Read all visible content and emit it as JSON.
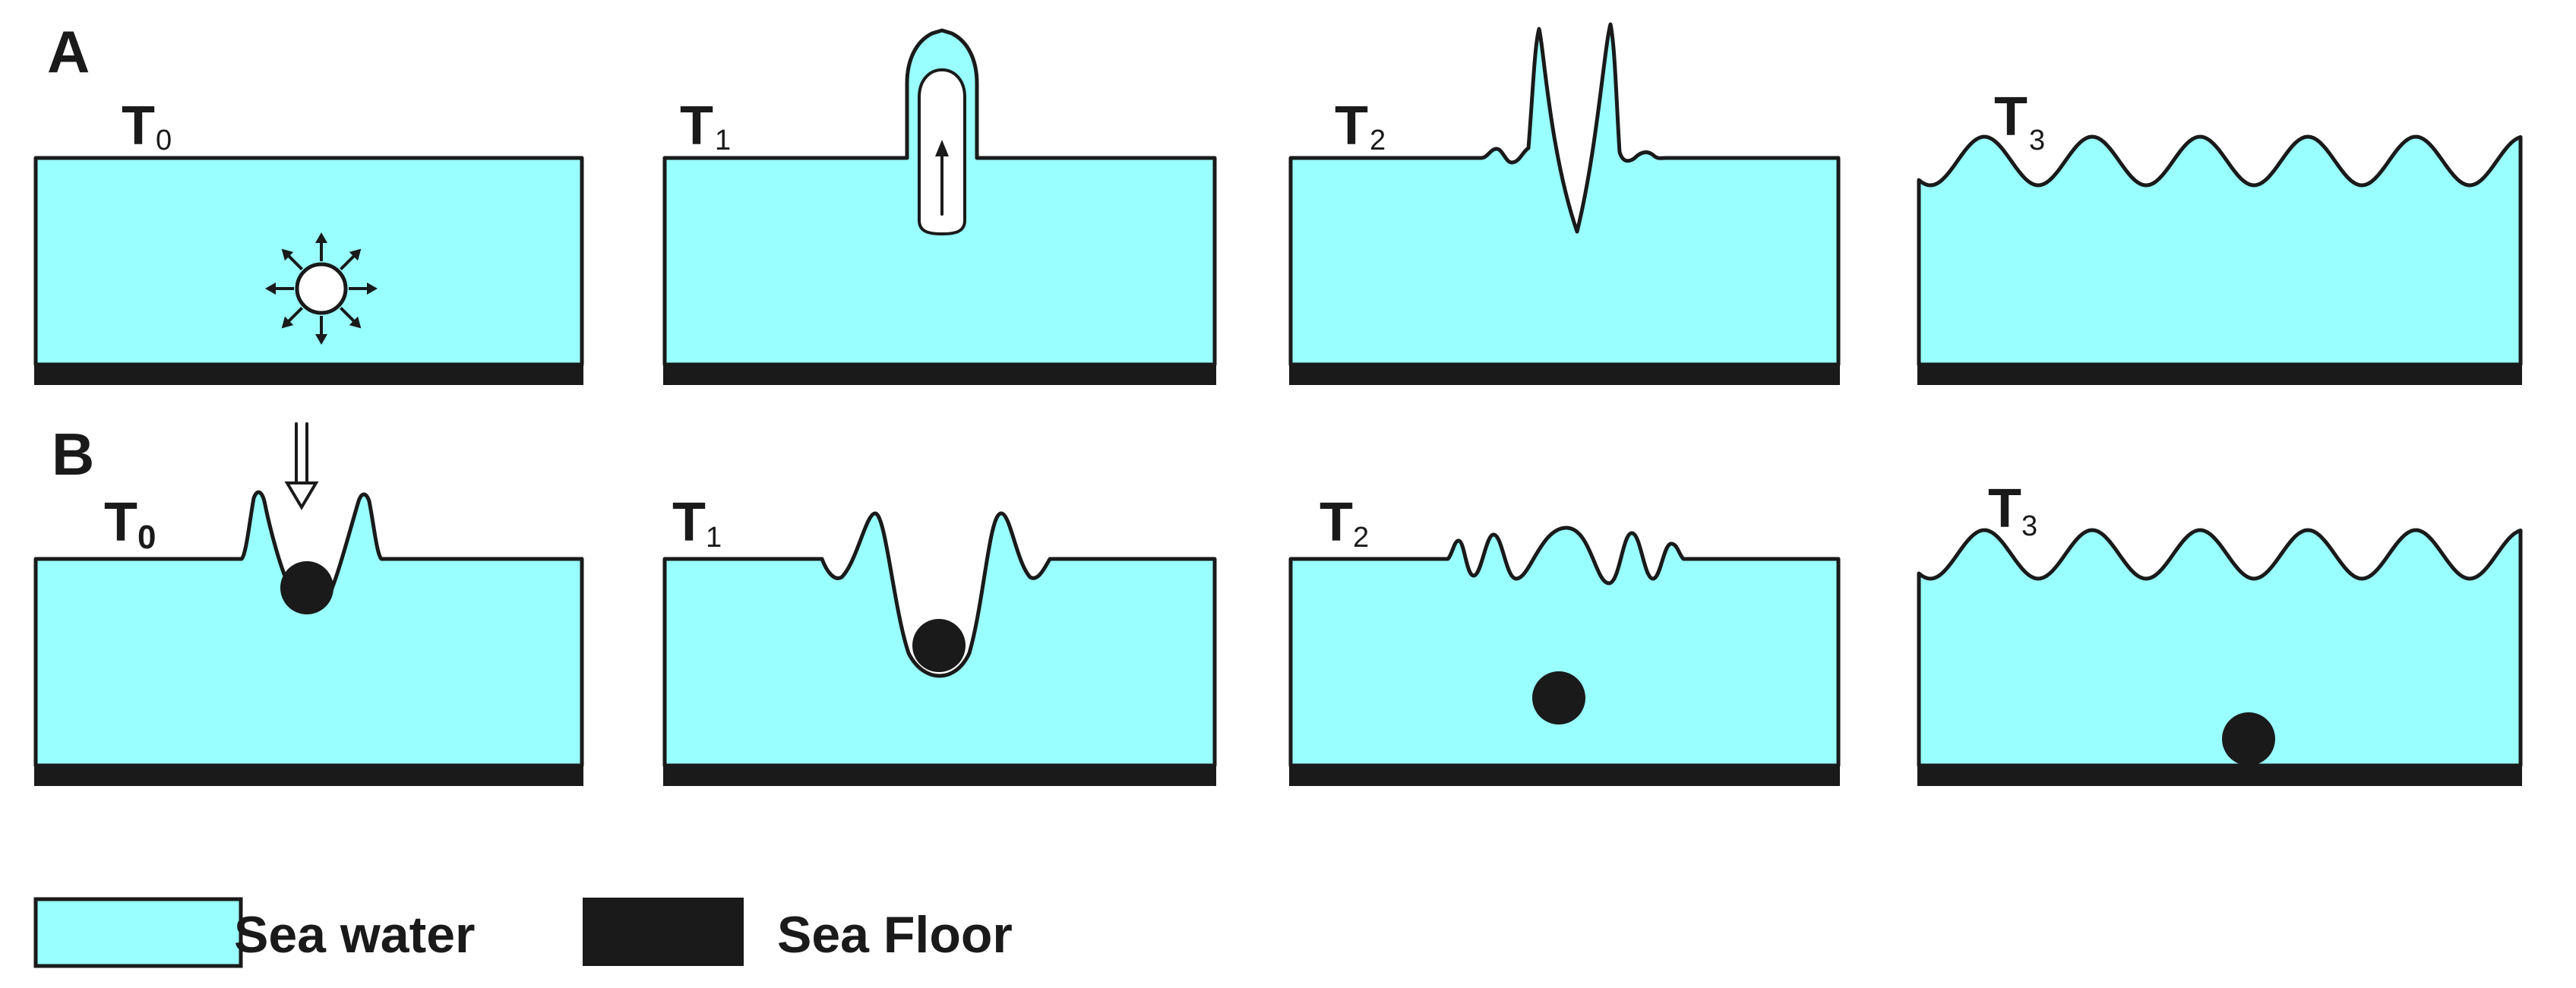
{
  "rows": {
    "a": {
      "label": "A"
    },
    "b": {
      "label": "B"
    }
  },
  "time": {
    "main": "T",
    "sub0": "0",
    "sub1": "1",
    "sub2": "2",
    "sub3": "3"
  },
  "legend": {
    "sea_water": {
      "label": "Sea water",
      "color": "#99ffff"
    },
    "sea_floor": {
      "label": "Sea Floor",
      "color": "#1a1a1a"
    }
  }
}
